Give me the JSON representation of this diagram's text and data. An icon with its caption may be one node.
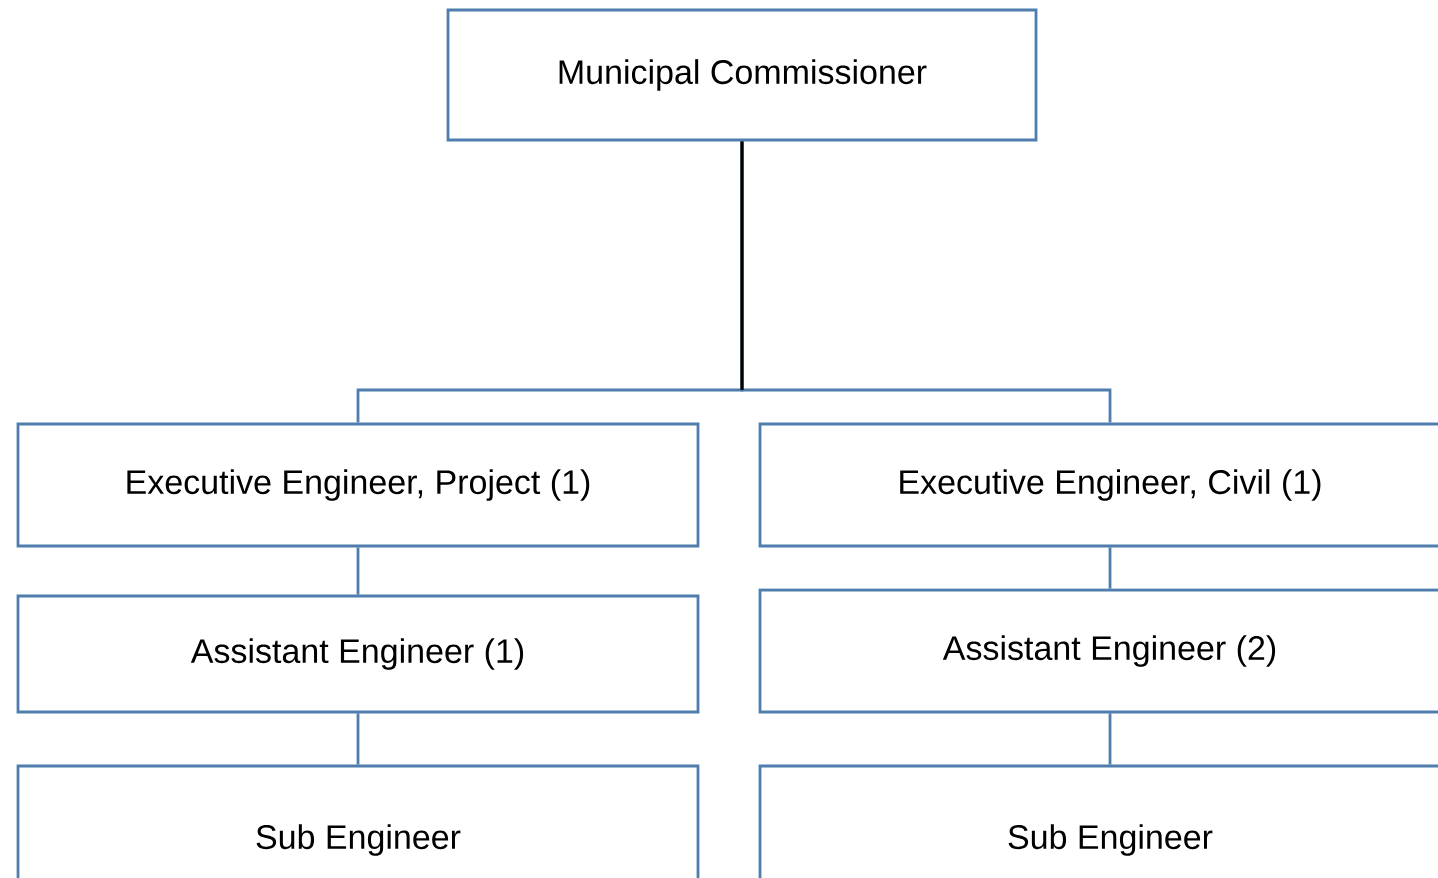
{
  "diagram": {
    "nodes": [
      {
        "text": [
          "Municipal Commissioner"
        ]
      },
      {
        "text": [
          "Executive Engineer, Project (1)"
        ]
      },
      {
        "text": [
          "Executive Engineer, Civil (1)"
        ]
      },
      {
        "text": [
          "Assistant Engineer (1)"
        ]
      },
      {
        "text": [
          "Assistant Engineer (2)"
        ]
      },
      {
        "text": [
          "Sub Engineer"
        ]
      },
      {
        "text": [
          "Sub Engineer"
        ]
      }
    ],
    "edges": [
      {
        "from": 0,
        "to": 1,
        "arrow": "none"
      },
      {
        "from": 0,
        "to": 2,
        "arrow": "none"
      },
      {
        "from": 1,
        "to": 3,
        "arrow": "none"
      },
      {
        "from": 2,
        "to": 4,
        "arrow": "none"
      },
      {
        "from": 3,
        "to": 5,
        "arrow": "none"
      },
      {
        "from": 4,
        "to": 6,
        "arrow": "none"
      }
    ]
  }
}
